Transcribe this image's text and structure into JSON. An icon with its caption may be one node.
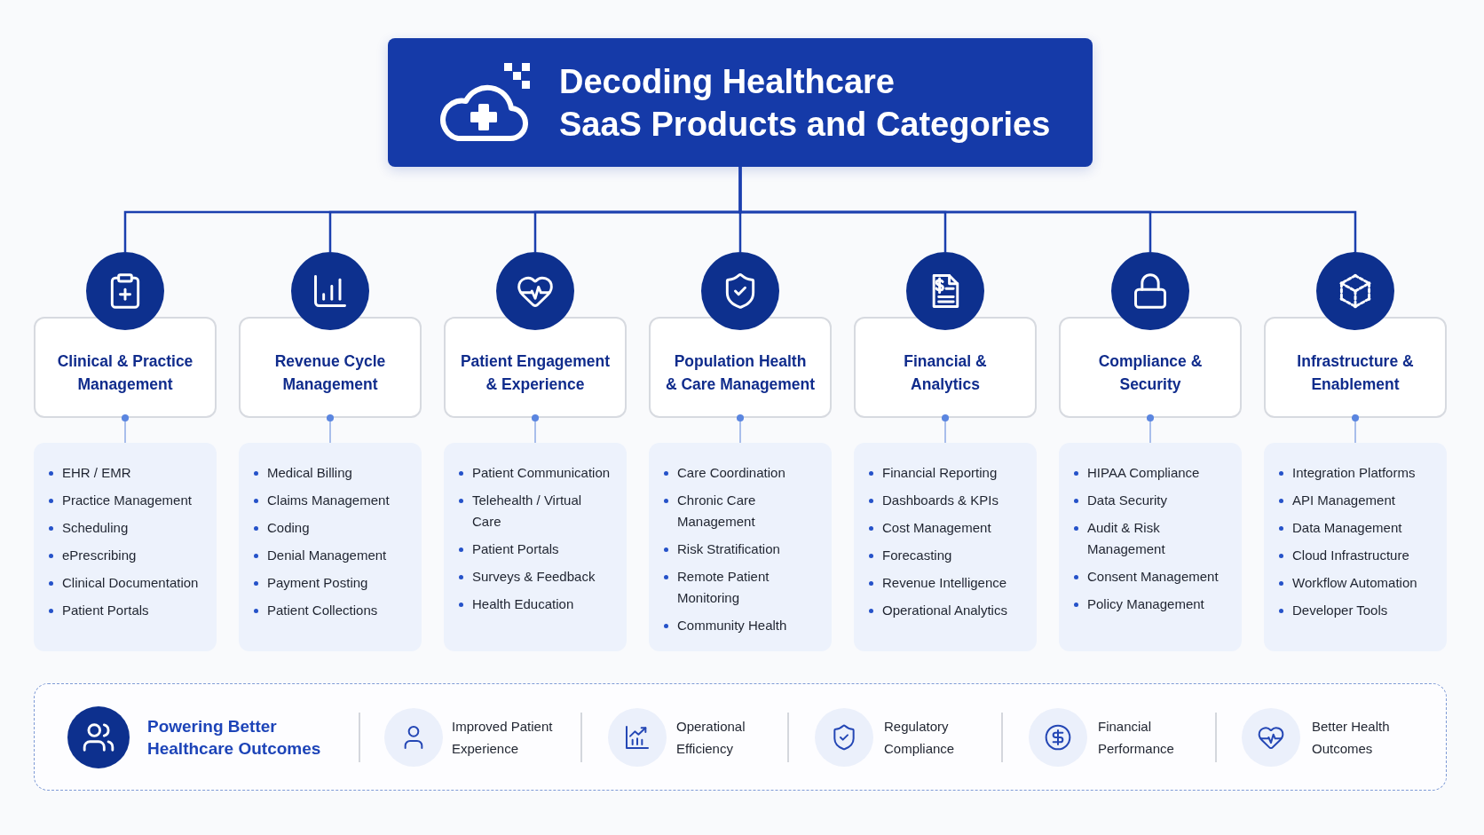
{
  "diagram": {
    "nodes": [
      {
        "text": [
          "Decoding Healthcare SaaS Products and Categories"
        ]
      },
      {
        "text": [],
        "shape": "circle"
      },
      {
        "text": [],
        "shape": "circle"
      },
      {
        "text": [],
        "shape": "circle"
      },
      {
        "text": [],
        "shape": "circle"
      },
      {
        "text": [],
        "shape": "circle"
      },
      {
        "text": [],
        "shape": "circle"
      },
      {
        "text": [],
        "shape": "circle"
      },
      {
        "text": [
          "Clinical & Practice Management"
        ]
      },
      {
        "text": [
          "Revenue Cycle Management"
        ]
      },
      {
        "text": [
          "Patient Engagement & Experience"
        ]
      },
      {
        "text": [
          "Population Health & Care Management"
        ]
      },
      {
        "text": [
          "Financial & Analytics"
        ]
      },
      {
        "text": [
          "Compliance & Security"
        ]
      },
      {
        "text": [
          "Infrastructure & Enablement"
        ]
      },
      {
        "text": [
          "EHR / EMR",
          "Practice Management",
          "Scheduling",
          "ePrescribing",
          "Clinical Documentation",
          "Patient Portals"
        ]
      },
      {
        "text": [
          "Medical Billing",
          "Claims Management",
          "Coding",
          "Denial Management",
          "Payment Posting",
          "Patient Collections"
        ]
      },
      {
        "text": [
          "Patient Communication",
          "Telehealth / Virtual Care",
          "Patient Portals",
          "Surveys & Feedback",
          "Health Education"
        ]
      },
      {
        "text": [
          "Care Coordination",
          "Chronic Care Management",
          "Risk Stratification",
          "Remote Patient Monitoring",
          "Community Health"
        ]
      },
      {
        "text": [
          "Financial Reporting",
          "Dashboards & KPIs",
          "Cost Management",
          "Forecasting",
          "Revenue Intelligence",
          "Operational Analytics"
        ]
      },
      {
        "text": [
          "HIPAA Compliance",
          "Data Security",
          "Audit & Risk Management",
          "Consent Management",
          "Policy Management"
        ]
      },
      {
        "text": [
          "Integration Platforms",
          "API Management",
          "Data Management",
          "Cloud Infrastructure",
          "Workflow Automation",
          "Developer Tools"
        ]
      },
      {
        "text": [
          "Powering Better Healthcare Outcomes",
          "Improved Patient Experience",
          "Operational Efficiency",
          "Regulatory Compliance",
          "Financial Performance",
          "Better Health Outcomes"
        ]
      }
    ],
    "edges": [
      {
        "from": 0,
        "to": 1,
        "arrow": "none"
      },
      {
        "from": 0,
        "to": 2,
        "arrow": "none"
      },
      {
        "from": 0,
        "to": 3,
        "arrow": "none"
      },
      {
        "from": 0,
        "to": 4,
        "arrow": "none"
      },
      {
        "from": 0,
        "to": 5,
        "arrow": "none"
      },
      {
        "from": 0,
        "to": 6,
        "arrow": "none"
      },
      {
        "from": 0,
        "to": 7,
        "arrow": "none"
      },
      {
        "from": 8,
        "to": 15,
        "arrow": "other",
        "color": "#8eaae6"
      },
      {
        "from": 9,
        "to": 16,
        "arrow": "other",
        "color": "#8eaae6"
      },
      {
        "from": 10,
        "to": 17,
        "arrow": "other",
        "color": "#8eaae6"
      },
      {
        "from": 11,
        "to": 18,
        "arrow": "other",
        "color": "#8eaae6"
      },
      {
        "from": 12,
        "to": 19,
        "arrow": "other",
        "color": "#8eaae6"
      },
      {
        "from": 13,
        "to": 20,
        "arrow": "other",
        "color": "#8eaae6"
      },
      {
        "from": 14,
        "to": 21,
        "arrow": "other",
        "color": "#8eaae6"
      }
    ]
  }
}
